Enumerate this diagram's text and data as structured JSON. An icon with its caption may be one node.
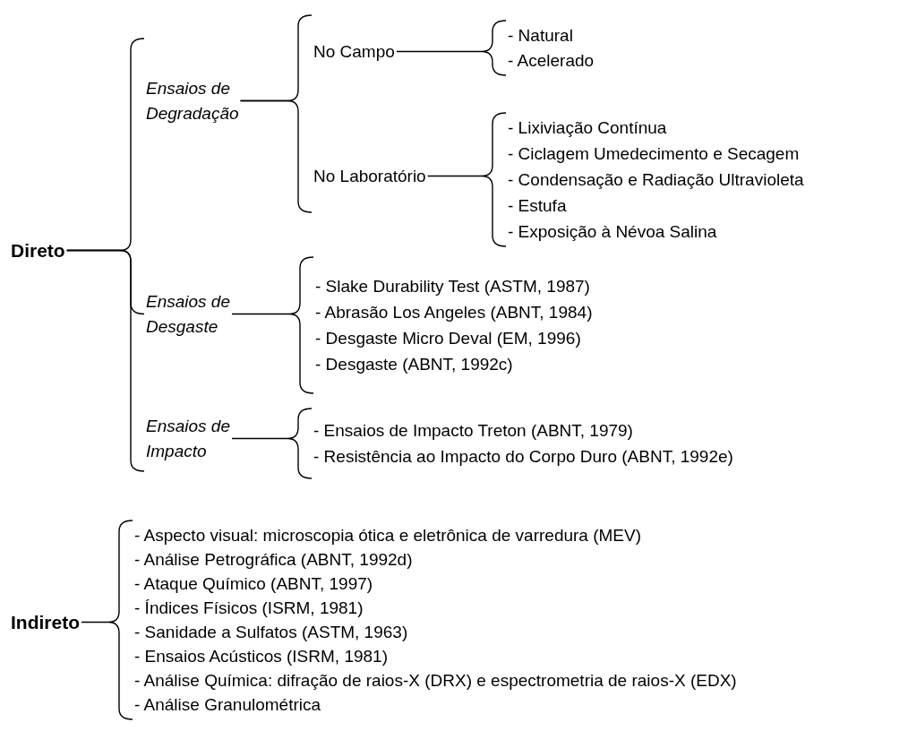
{
  "diagram": {
    "nodes": [
      {
        "text": [
          "Direto"
        ]
      },
      {
        "text": [
          "Ensaios de Degradação"
        ]
      },
      {
        "text": [
          "No Campo"
        ]
      },
      {
        "text": [
          "- Natural",
          "- Acelerado"
        ]
      },
      {
        "text": [
          "No Laboratório"
        ]
      },
      {
        "text": [
          "- Lixiviação Contínua",
          "- Ciclagem Umedecimento e Secagem",
          "- Condensação e Radiação Ultravioleta",
          "- Estufa",
          "- Exposição à Névoa Salina"
        ]
      },
      {
        "text": [
          "Ensaios de Desgaste"
        ]
      },
      {
        "text": [
          "- Slake Durability Test (ASTM, 1987)",
          "- Abrasão Los Angeles (ABNT, 1984)",
          "- Desgaste Micro Deval (EM, 1996)",
          "- Desgaste (ABNT, 1992c)"
        ]
      },
      {
        "text": [
          "Ensaios de Impacto"
        ]
      },
      {
        "text": [
          "- Ensaios de Impacto Treton (ABNT, 1979)",
          "- Resistência ao Impacto do Corpo Duro (ABNT, 1992e)"
        ]
      },
      {
        "text": [
          "Indireto"
        ]
      },
      {
        "text": [
          "- Aspecto visual: microscopia ótica e eletrônica de varredura (MEV)",
          "- Análise Petrográfica (ABNT, 1992d)",
          "- Ataque Químico (ABNT, 1997)",
          "- Índices Físicos (ISRM, 1981)",
          "- Sanidade a Sulfatos (ASTM, 1963)",
          "- Ensaios Acústicos (ISRM, 1981)",
          "- Análise Química: difração de raios-X (DRX) e espectrometria de raios-X (EDX)",
          "- Análise Granulométrica"
        ]
      }
    ],
    "edges": [
      {
        "from": 0,
        "to": 1,
        "arrow": "none"
      },
      {
        "from": 0,
        "to": 6,
        "arrow": "none"
      },
      {
        "from": 0,
        "to": 8,
        "arrow": "none"
      },
      {
        "from": 1,
        "to": 2,
        "arrow": "none"
      },
      {
        "from": 1,
        "to": 4,
        "arrow": "none"
      },
      {
        "from": 2,
        "to": 3,
        "arrow": "none"
      },
      {
        "from": 4,
        "to": 5,
        "arrow": "none"
      },
      {
        "from": 6,
        "to": 7,
        "arrow": "none"
      },
      {
        "from": 8,
        "to": 9,
        "arrow": "none"
      },
      {
        "from": 10,
        "to": 11,
        "arrow": "none"
      }
    ]
  }
}
